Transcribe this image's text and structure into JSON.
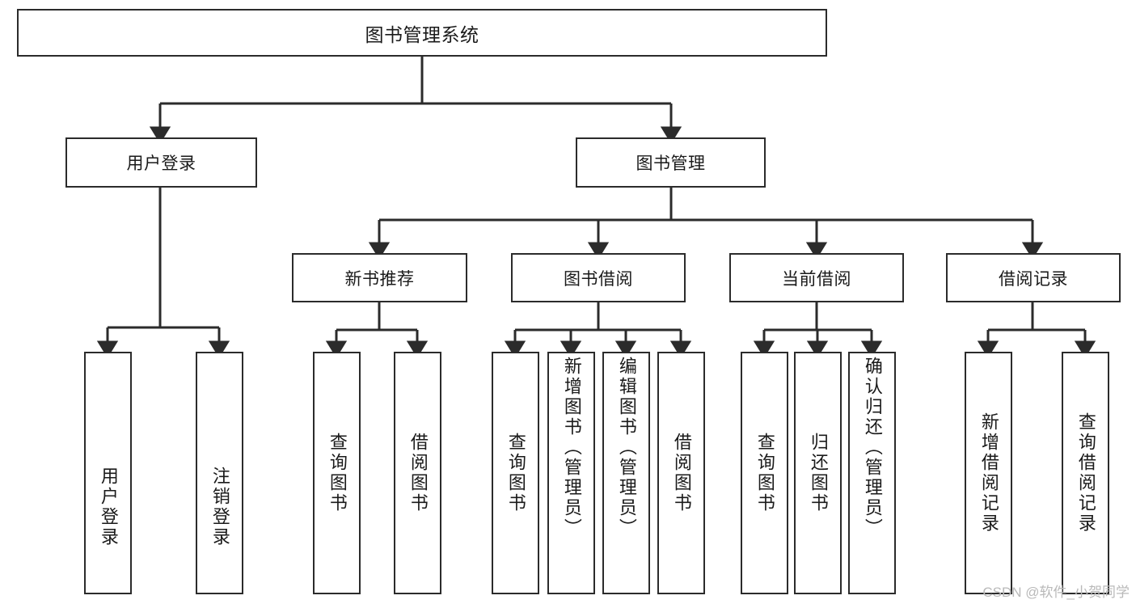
{
  "diagram": {
    "type": "tree-hierarchy",
    "title": "图书管理系统",
    "watermark": "CSDN @软件_小贺同学",
    "colors": {
      "box_border": "#2b2b2b",
      "box_fill": "#ffffff",
      "connector": "#2b2b2b",
      "text": "#1a1a1a",
      "watermark": "#b9b9b9",
      "background": "#ffffff"
    },
    "nodes": {
      "root": {
        "label": "图书管理系统"
      },
      "level2": [
        {
          "label": "用户登录"
        },
        {
          "label": "图书管理"
        }
      ],
      "level3": [
        {
          "label": "新书推荐"
        },
        {
          "label": "图书借阅"
        },
        {
          "label": "当前借阅"
        },
        {
          "label": "借阅记录"
        }
      ],
      "leaves": {
        "user_login": [
          {
            "label": "用户登录"
          },
          {
            "label": "注销登录"
          }
        ],
        "new_book_recommend": [
          {
            "label": "查询图书"
          },
          {
            "label": "借阅图书"
          }
        ],
        "book_borrow": [
          {
            "label": "查询图书"
          },
          {
            "label": "新增图书（管理员）"
          },
          {
            "label": "编辑图书（管理员）"
          },
          {
            "label": "借阅图书"
          }
        ],
        "current_borrow": [
          {
            "label": "查询图书"
          },
          {
            "label": "归还图书"
          },
          {
            "label": "确认归还（管理员）"
          }
        ],
        "borrow_record": [
          {
            "label": "新增借阅记录"
          },
          {
            "label": "查询借阅记录"
          }
        ]
      }
    }
  }
}
